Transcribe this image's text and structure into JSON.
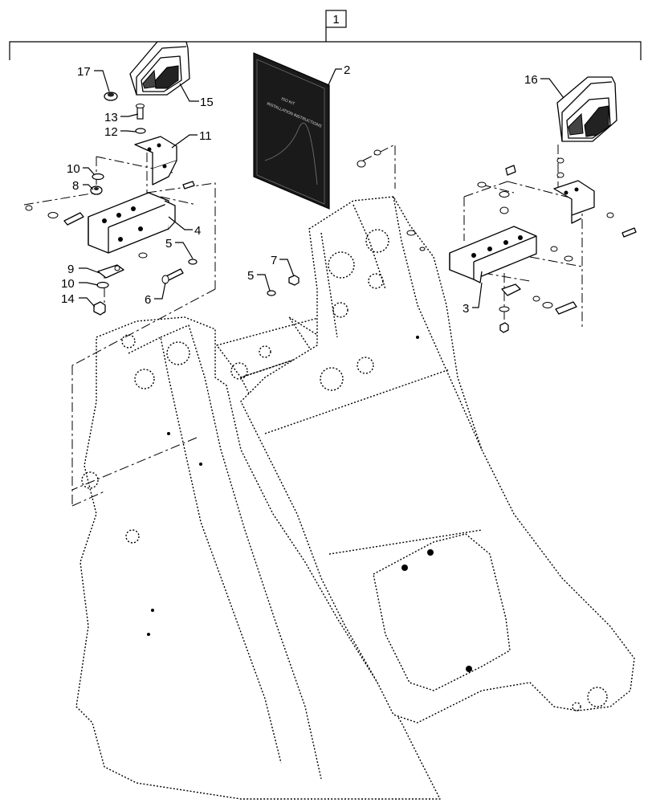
{
  "diagram": {
    "kit_callout": "1",
    "callouts": [
      {
        "id": "c2",
        "text": "2"
      },
      {
        "id": "c3",
        "text": "3"
      },
      {
        "id": "c4",
        "text": "4"
      },
      {
        "id": "c5a",
        "text": "5"
      },
      {
        "id": "c5b",
        "text": "5"
      },
      {
        "id": "c6",
        "text": "6"
      },
      {
        "id": "c7",
        "text": "7"
      },
      {
        "id": "c8",
        "text": "8"
      },
      {
        "id": "c9",
        "text": "9"
      },
      {
        "id": "c10a",
        "text": "10"
      },
      {
        "id": "c10b",
        "text": "10"
      },
      {
        "id": "c11",
        "text": "11"
      },
      {
        "id": "c12",
        "text": "12"
      },
      {
        "id": "c13",
        "text": "13"
      },
      {
        "id": "c14",
        "text": "14"
      },
      {
        "id": "c15",
        "text": "15"
      },
      {
        "id": "c16",
        "text": "16"
      },
      {
        "id": "c17",
        "text": "17"
      }
    ],
    "booklet_lines": [
      "ISO KIT",
      "INSTALLATION INSTRUCTIONS"
    ],
    "colors": {
      "line": "#000000",
      "background": "#ffffff"
    }
  }
}
